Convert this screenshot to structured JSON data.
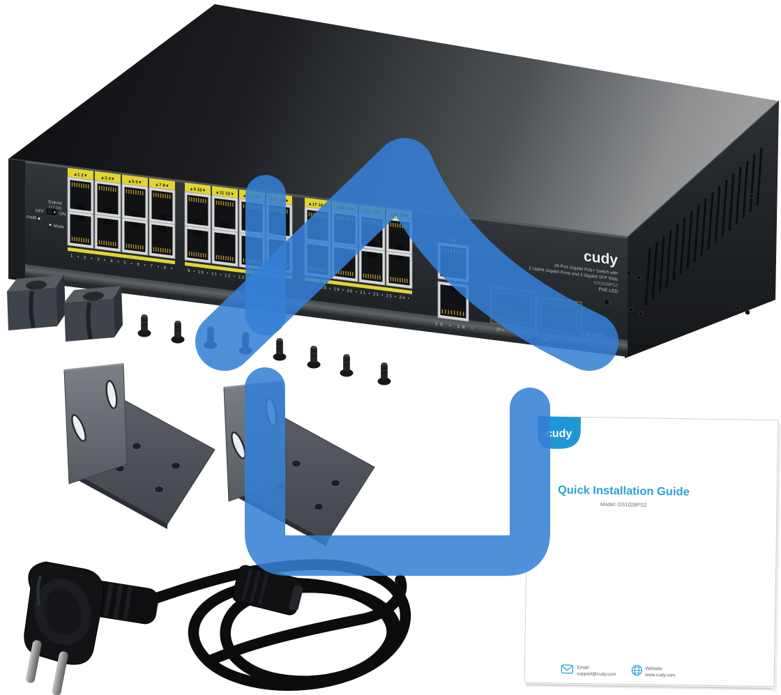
{
  "product": {
    "brand": "cudy",
    "panel": {
      "extend_label": "Extend",
      "extend_range": "(17-24)",
      "off": "OFF",
      "on": "ON",
      "pwr": "PWR",
      "mode": "Mode",
      "port_pairs": [
        "▲1 2▼",
        "▲3 4▼",
        "▲5 6▼",
        "▲7 8▼",
        "▲9 10▼",
        "▲11 12▼",
        "▲13 14▼",
        "▲15 16▼",
        "▲17 18▼",
        "▲19 20▼",
        "▲21 22▼",
        "▲23 24▼"
      ],
      "port_number_rows": [
        "1 •  2 •  3 •  4 •  5 •  6 •  7 •  8 •",
        "9 •  10 •  11 •  12 •  13 •  14 •  15 •  16 •",
        "17 •  18 •  19 •  20 •  21 •  22 •  23 •  24 •"
      ],
      "uplink_top_label": "25",
      "uplink_bottom_labels": "25 •   26 •",
      "sfp_label_27": "27 •",
      "sfp_label_28": "28 •",
      "desc_line1": "26-Port Gigabit PoE+ Switch with",
      "desc_line2": "2 Uplink Gigabit Ports and 2 Gigabit SFP Slots",
      "model": "GS1028PS2",
      "poe_led": "PoE LED",
      "poe_max": "PoE MAX •"
    }
  },
  "guide": {
    "logo": "cudy",
    "title": "Quick Installation Guide",
    "model_line": "Model: GS1028PS2",
    "email_label": "Email:",
    "email_value": "support@cudy.com",
    "website_label": "Website:",
    "website_value": "www.cudy.com"
  },
  "colors": {
    "watermark_blue": "#3580D6",
    "guide_blue": "#1F96D5",
    "label_yellow": "#E3D52F"
  }
}
